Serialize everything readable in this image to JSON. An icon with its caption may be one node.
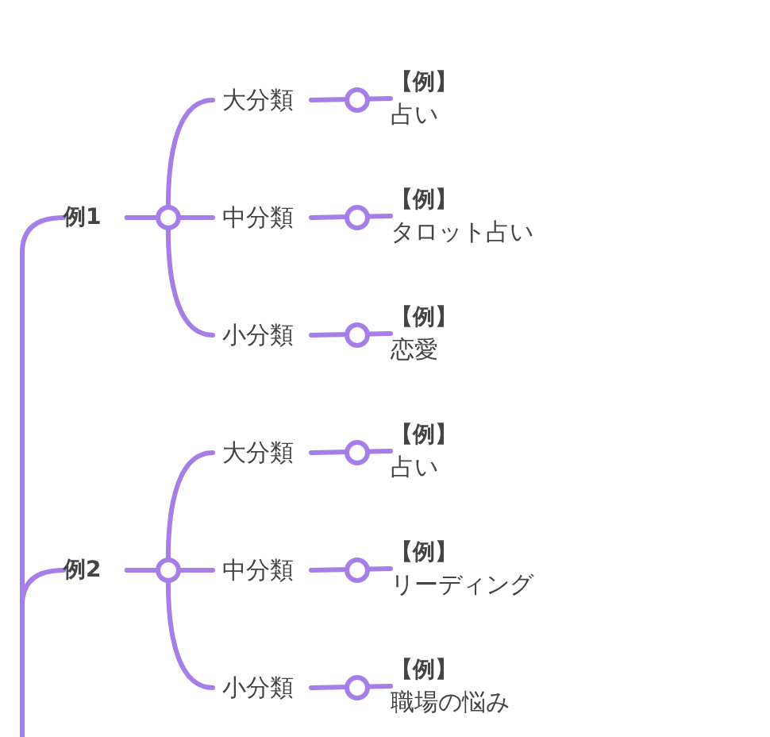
{
  "diagram": {
    "nodes": [
      {
        "text": [
          "例1"
        ]
      },
      {
        "text": [
          "大分類"
        ]
      },
      {
        "text": [
          "【例】",
          "占い"
        ]
      },
      {
        "text": [
          "中分類"
        ]
      },
      {
        "text": [
          "【例】",
          "タロット占い"
        ]
      },
      {
        "text": [
          "小分類"
        ]
      },
      {
        "text": [
          "【例】",
          "恋愛"
        ]
      },
      {
        "text": [
          "例2"
        ]
      },
      {
        "text": [
          "大分類"
        ]
      },
      {
        "text": [
          "【例】",
          "占い"
        ]
      },
      {
        "text": [
          "中分類"
        ]
      },
      {
        "text": [
          "【例】",
          "リーディング"
        ]
      },
      {
        "text": [
          "小分類"
        ]
      },
      {
        "text": [
          "【例】",
          "職場の悩み"
        ]
      }
    ],
    "edges": [
      {
        "from": null,
        "to": 0,
        "arrow": "none"
      },
      {
        "from": 0,
        "to": 1,
        "arrow": "none"
      },
      {
        "from": 1,
        "to": 2,
        "arrow": "none"
      },
      {
        "from": 0,
        "to": 3,
        "arrow": "none"
      },
      {
        "from": 3,
        "to": 4,
        "arrow": "none"
      },
      {
        "from": 0,
        "to": 5,
        "arrow": "none"
      },
      {
        "from": 5,
        "to": 6,
        "arrow": "none"
      },
      {
        "from": null,
        "to": 7,
        "arrow": "none"
      },
      {
        "from": 7,
        "to": 8,
        "arrow": "none"
      },
      {
        "from": 8,
        "to": 9,
        "arrow": "none"
      },
      {
        "from": 7,
        "to": 10,
        "arrow": "none"
      },
      {
        "from": 10,
        "to": 11,
        "arrow": "none"
      },
      {
        "from": 7,
        "to": 12,
        "arrow": "none"
      },
      {
        "from": 12,
        "to": 13,
        "arrow": "none"
      }
    ]
  }
}
